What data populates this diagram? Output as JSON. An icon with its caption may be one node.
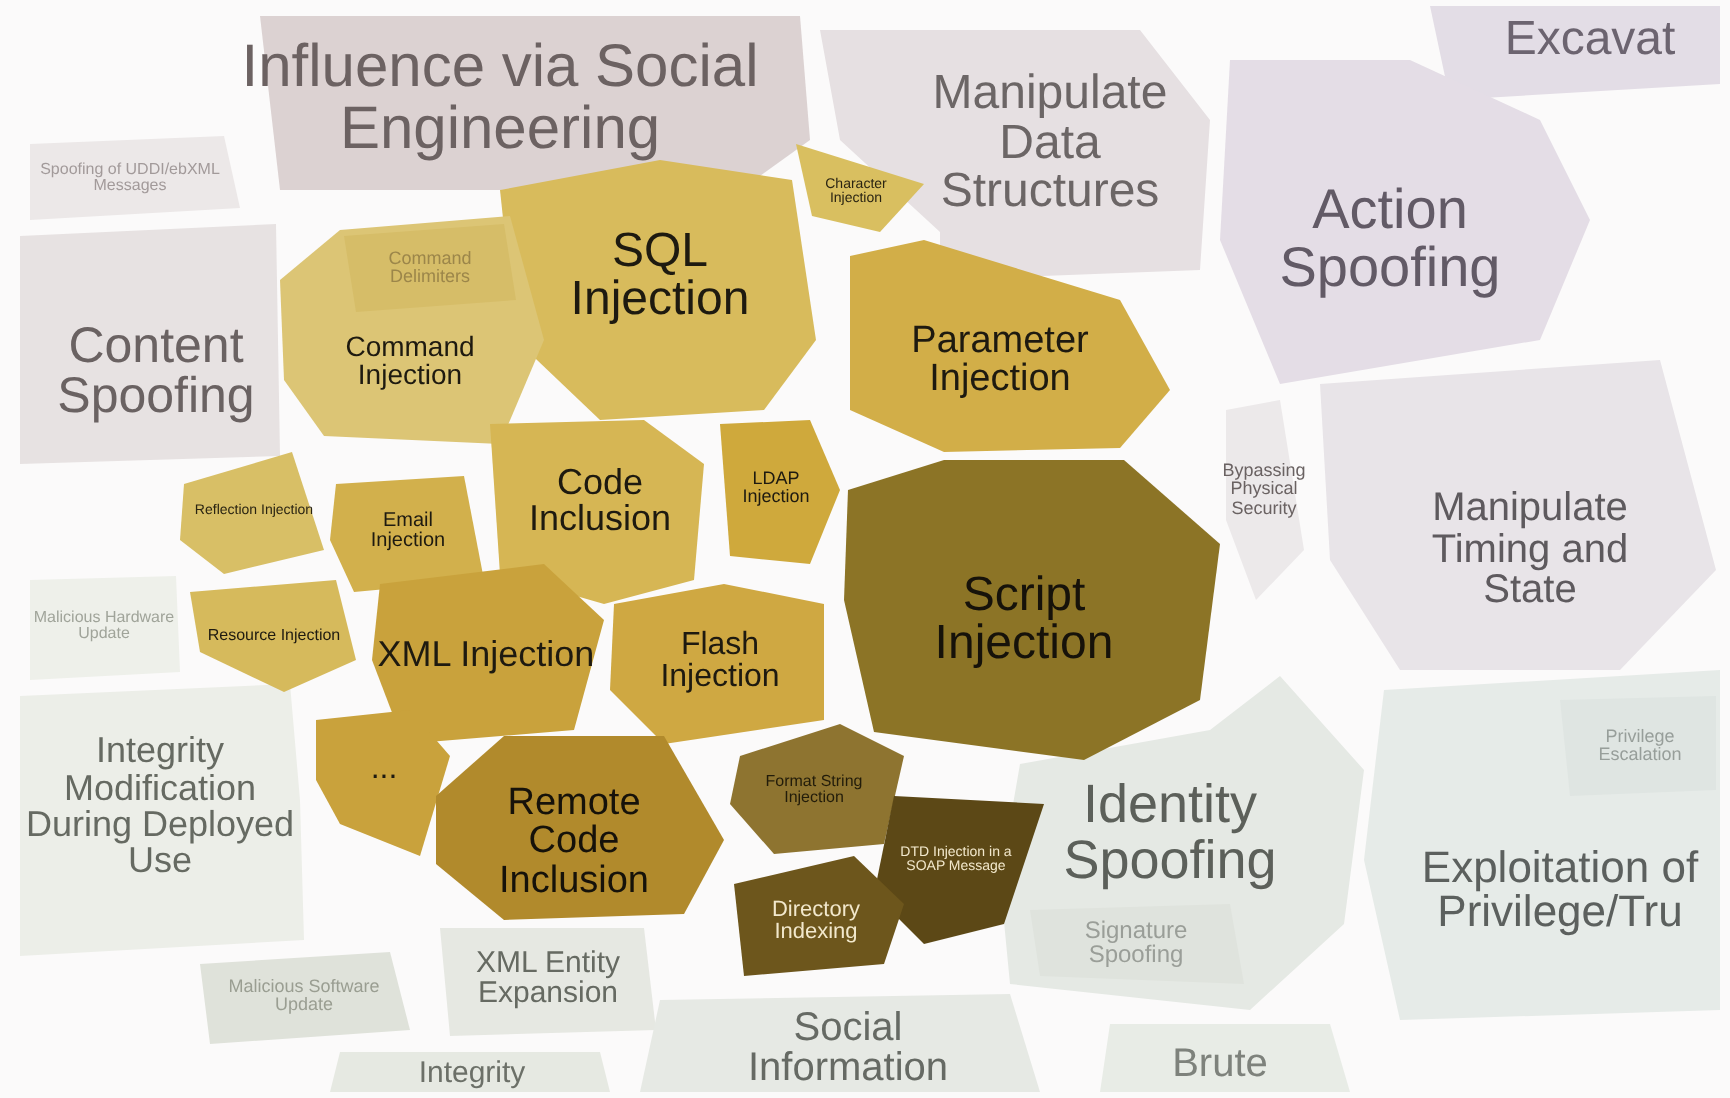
{
  "diagram": {
    "nodes": [
      {
        "text": [
          "Influence via Social Engineering"
        ]
      },
      {
        "text": [
          "Manipulate Data Structures"
        ]
      },
      {
        "text": [
          "Excavat"
        ]
      },
      {
        "text": [
          "Action Spoofing"
        ]
      },
      {
        "text": [
          "Spoofing of UDDI/ebXML Messages"
        ]
      },
      {
        "text": [
          "Content Spoofing"
        ]
      },
      {
        "text": [
          "Bypassing Physical Security"
        ]
      },
      {
        "text": [
          "Manipulate Timing and State"
        ]
      },
      {
        "text": [
          "Malicious Hardware Update"
        ]
      },
      {
        "text": [
          "Integrity Modification During Deployed Use"
        ]
      },
      {
        "text": [
          "Malicious Software Update"
        ]
      },
      {
        "text": [
          "XML Entity Expansion"
        ]
      },
      {
        "text": [
          "Identity Spoofing"
        ]
      },
      {
        "text": [
          "Signature Spoofing"
        ],
        "in": 12
      },
      {
        "text": [
          "Exploitation of Privilege/Tru"
        ]
      },
      {
        "text": [
          "Privilege Escalation"
        ],
        "in": 14
      },
      {
        "text": [
          "Social Information"
        ]
      },
      {
        "text": [
          "Brute"
        ]
      },
      {
        "text": [
          "Integrity"
        ]
      },
      {
        "text": [
          "SQL Injection"
        ]
      },
      {
        "text": [
          "Command Injection"
        ]
      },
      {
        "text": [
          "Command Delimiters"
        ],
        "in": 20
      },
      {
        "text": [
          "Character Injection"
        ]
      },
      {
        "text": [
          "Parameter Injection"
        ]
      },
      {
        "text": [
          "Code Inclusion"
        ]
      },
      {
        "text": [
          "LDAP Injection"
        ]
      },
      {
        "text": [
          "Reflection Injection"
        ]
      },
      {
        "text": [
          "Email Injection"
        ]
      },
      {
        "text": [
          "Resource Injection"
        ]
      },
      {
        "text": [
          "XML Injection"
        ]
      },
      {
        "text": [
          "Flash Injection"
        ]
      },
      {
        "text": [
          "Script Injection"
        ]
      },
      {
        "text": [
          "..."
        ]
      },
      {
        "text": [
          "Remote Code Inclusion"
        ]
      },
      {
        "text": [
          "Format String Injection"
        ]
      },
      {
        "text": [
          "DTD Injection in a SOAP Message"
        ]
      },
      {
        "text": [
          "Directory Indexing"
        ]
      }
    ]
  }
}
